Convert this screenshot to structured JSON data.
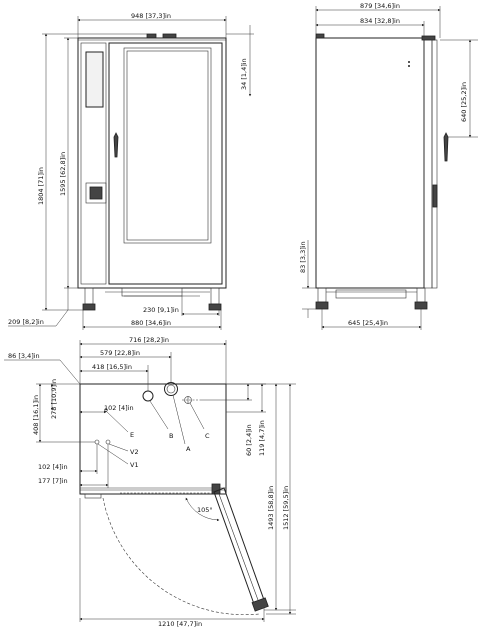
{
  "front": {
    "width": "948 [37,3]in",
    "top_offset": "34 [1,4]in",
    "total_height": "1804 [71]in",
    "body_height": "1595 [62,8]in",
    "leg_offset": "209 [8,2]in",
    "base_offset": "230 [9,1]in",
    "base_width": "880 [34,6]in"
  },
  "side": {
    "total_depth": "879 [34,6]in",
    "body_depth": "834 [32,8]in",
    "door_height": "640 [25,2]in",
    "drain_height": "83 [3,3]in",
    "base_depth": "645 [25,4]in"
  },
  "plan": {
    "overall_width": "716 [28,2]in",
    "width_579": "579 [22,8]in",
    "width_418": "418 [16,5]in",
    "left_offset": "86 [3,4]in",
    "d102_top": "102 [4]in",
    "d278": "278 [10,9]in",
    "d408": "408 [16,1]in",
    "d60": "60 [2,4]in",
    "d119": "119 [4,7]in",
    "d102_bottom": "102 [4]in",
    "d177": "177 [7]in",
    "depth_1493": "1493 [58,8]in",
    "depth_1512": "1512 [59,5]in",
    "swing_width": "1210 [47,7]in",
    "door_angle": "105°"
  },
  "callouts": {
    "a": "A",
    "b": "B",
    "c": "C",
    "e": "E",
    "v1": "V1",
    "v2": "V2"
  }
}
